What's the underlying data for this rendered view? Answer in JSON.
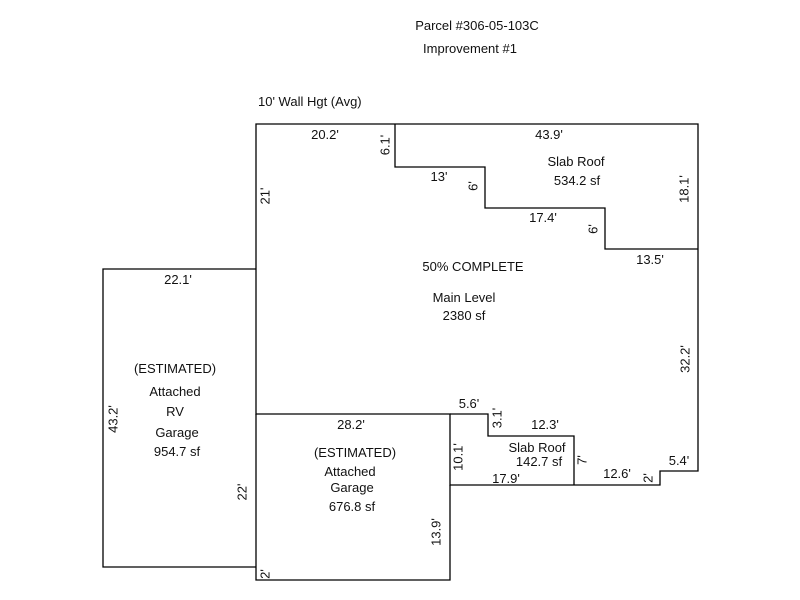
{
  "header": {
    "parcel": "Parcel #306-05-103C",
    "improvement": "Improvement #1",
    "wall_height": "10' Wall Hgt (Avg)"
  },
  "status": {
    "text": "50% COMPLETE",
    "color": "#dd1111"
  },
  "main_level": {
    "name": "Main Level",
    "area": "2380 sf"
  },
  "slab_roof_top": {
    "name": "Slab Roof",
    "area": "534.2 sf"
  },
  "slab_roof_small": {
    "name": "Slab Roof",
    "area": "142.7 sf"
  },
  "rv_garage": {
    "line1": "(ESTIMATED)",
    "line2": "Attached",
    "line3": "RV",
    "line4": "Garage",
    "area": "954.7 sf"
  },
  "garage": {
    "line1": "(ESTIMATED)",
    "line2": "Attached",
    "line3": "Garage",
    "area": "676.8 sf"
  },
  "dimensions": {
    "top_left": "20.2'",
    "step1_v": "6.1'",
    "top_right": "43.9'",
    "step2_h": "13'",
    "step2_v": "6'",
    "step3_h": "17.4'",
    "step3_v": "6'",
    "right_top_v": "18.1'",
    "step4_h": "13.5'",
    "left_main_v": "21'",
    "rv_top": "22.1'",
    "rv_left_v": "43.2'",
    "rv_right_v": "22'",
    "garage_top": "28.2'",
    "notch_h": "5.6'",
    "notch_v": "3.1'",
    "small_top": "12.3'",
    "small_v": "7'",
    "garage_right_v": "10.1'",
    "small_bottom": "17.9'",
    "right_bottom_h": "12.6'",
    "tiny_v": "2'",
    "right_mid_v": "32.2'",
    "right_step": "5.4'",
    "garage_lower_v": "13.9'",
    "bottom_left_v": "2'"
  }
}
